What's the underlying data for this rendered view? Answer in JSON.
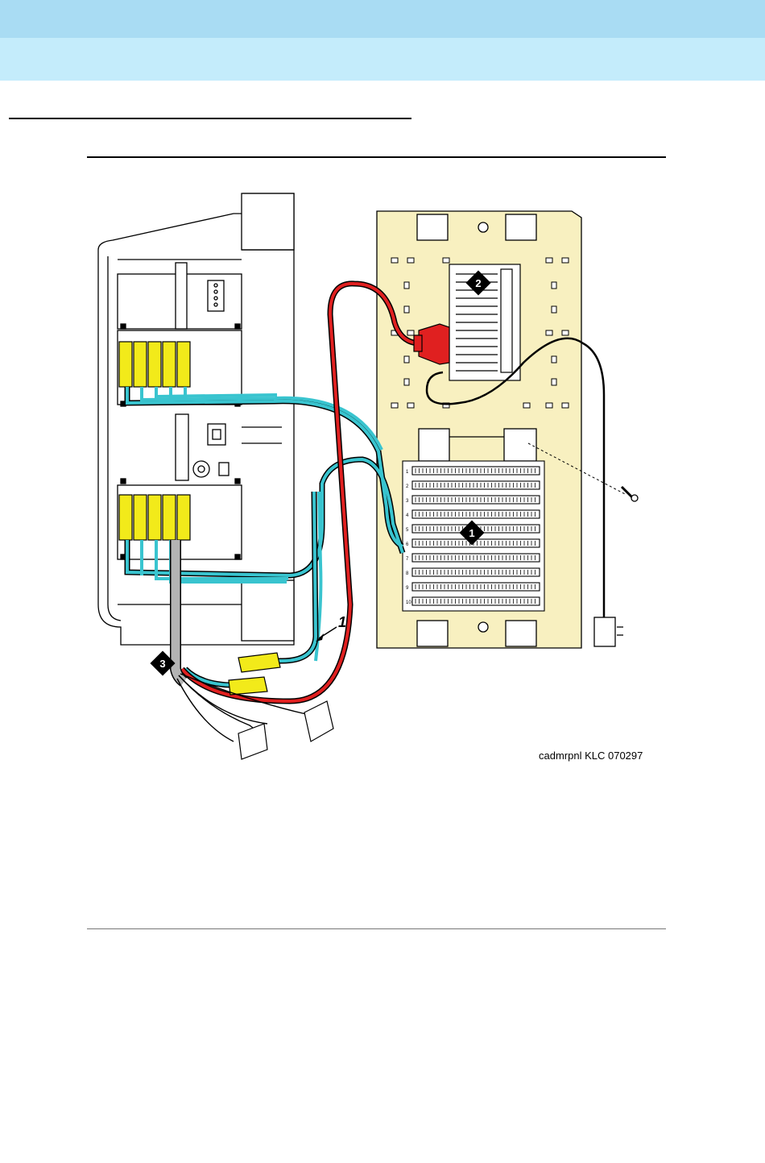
{
  "header": {
    "band_color_top": "#a9dcf3",
    "band_color_bottom": "#c4ecfb"
  },
  "figure": {
    "image_id_label": "cadmrpnl KLC 070297",
    "callouts": {
      "badge_1": "1",
      "badge_2": "2",
      "badge_3": "3",
      "pointer_1": "1"
    },
    "port_numbers": [
      "1",
      "2",
      "3",
      "4",
      "5",
      "6",
      "7",
      "8",
      "9",
      "10"
    ],
    "colors": {
      "panel": "#f8f0c0",
      "cable_teal": "#39c4cf",
      "cable_red": "#e02020",
      "connector_yellow": "#f2ea1a",
      "cable_gray": "#b4b4b4"
    }
  }
}
